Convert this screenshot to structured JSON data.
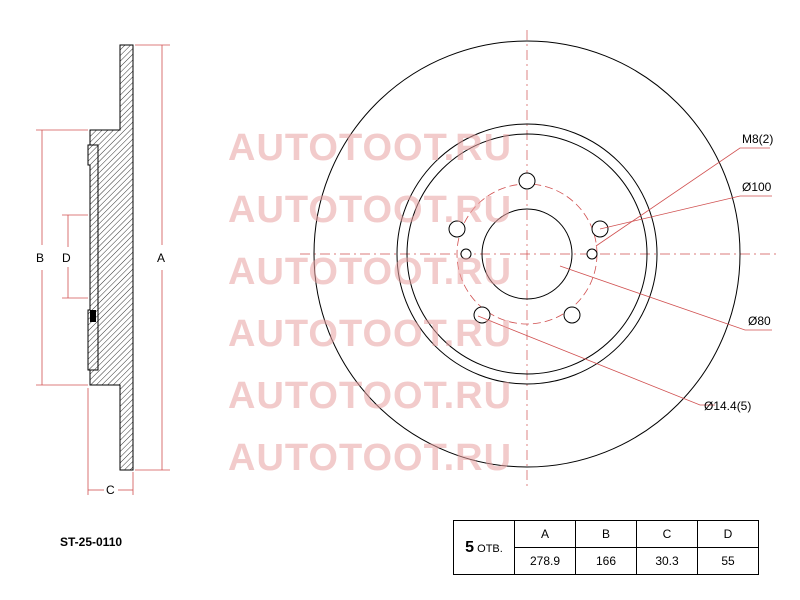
{
  "watermark": {
    "lines": [
      "AUTOTOOT.RU",
      "AUTOTOOT.RU",
      "AUTOTOOT.RU",
      "AUTOTOOT.RU",
      "AUTOTOOT.RU",
      "AUTOTOOT.RU"
    ],
    "color": "#e8a0a0"
  },
  "side_view": {
    "label_a": "A",
    "label_b": "B",
    "label_c": "C",
    "label_d": "D"
  },
  "front_view": {
    "callout_m8": "M8(2)",
    "callout_100": "Ø100",
    "callout_80": "Ø80",
    "callout_14": "Ø14.4(5)",
    "dim_line_color": "#d05050"
  },
  "part_number": "ST-25-0110",
  "spec_table": {
    "holes_count": "5",
    "holes_suffix": "ОТВ.",
    "headers": [
      "A",
      "B",
      "C",
      "D"
    ],
    "values": [
      "278.9",
      "166",
      "30.3",
      "55"
    ]
  }
}
